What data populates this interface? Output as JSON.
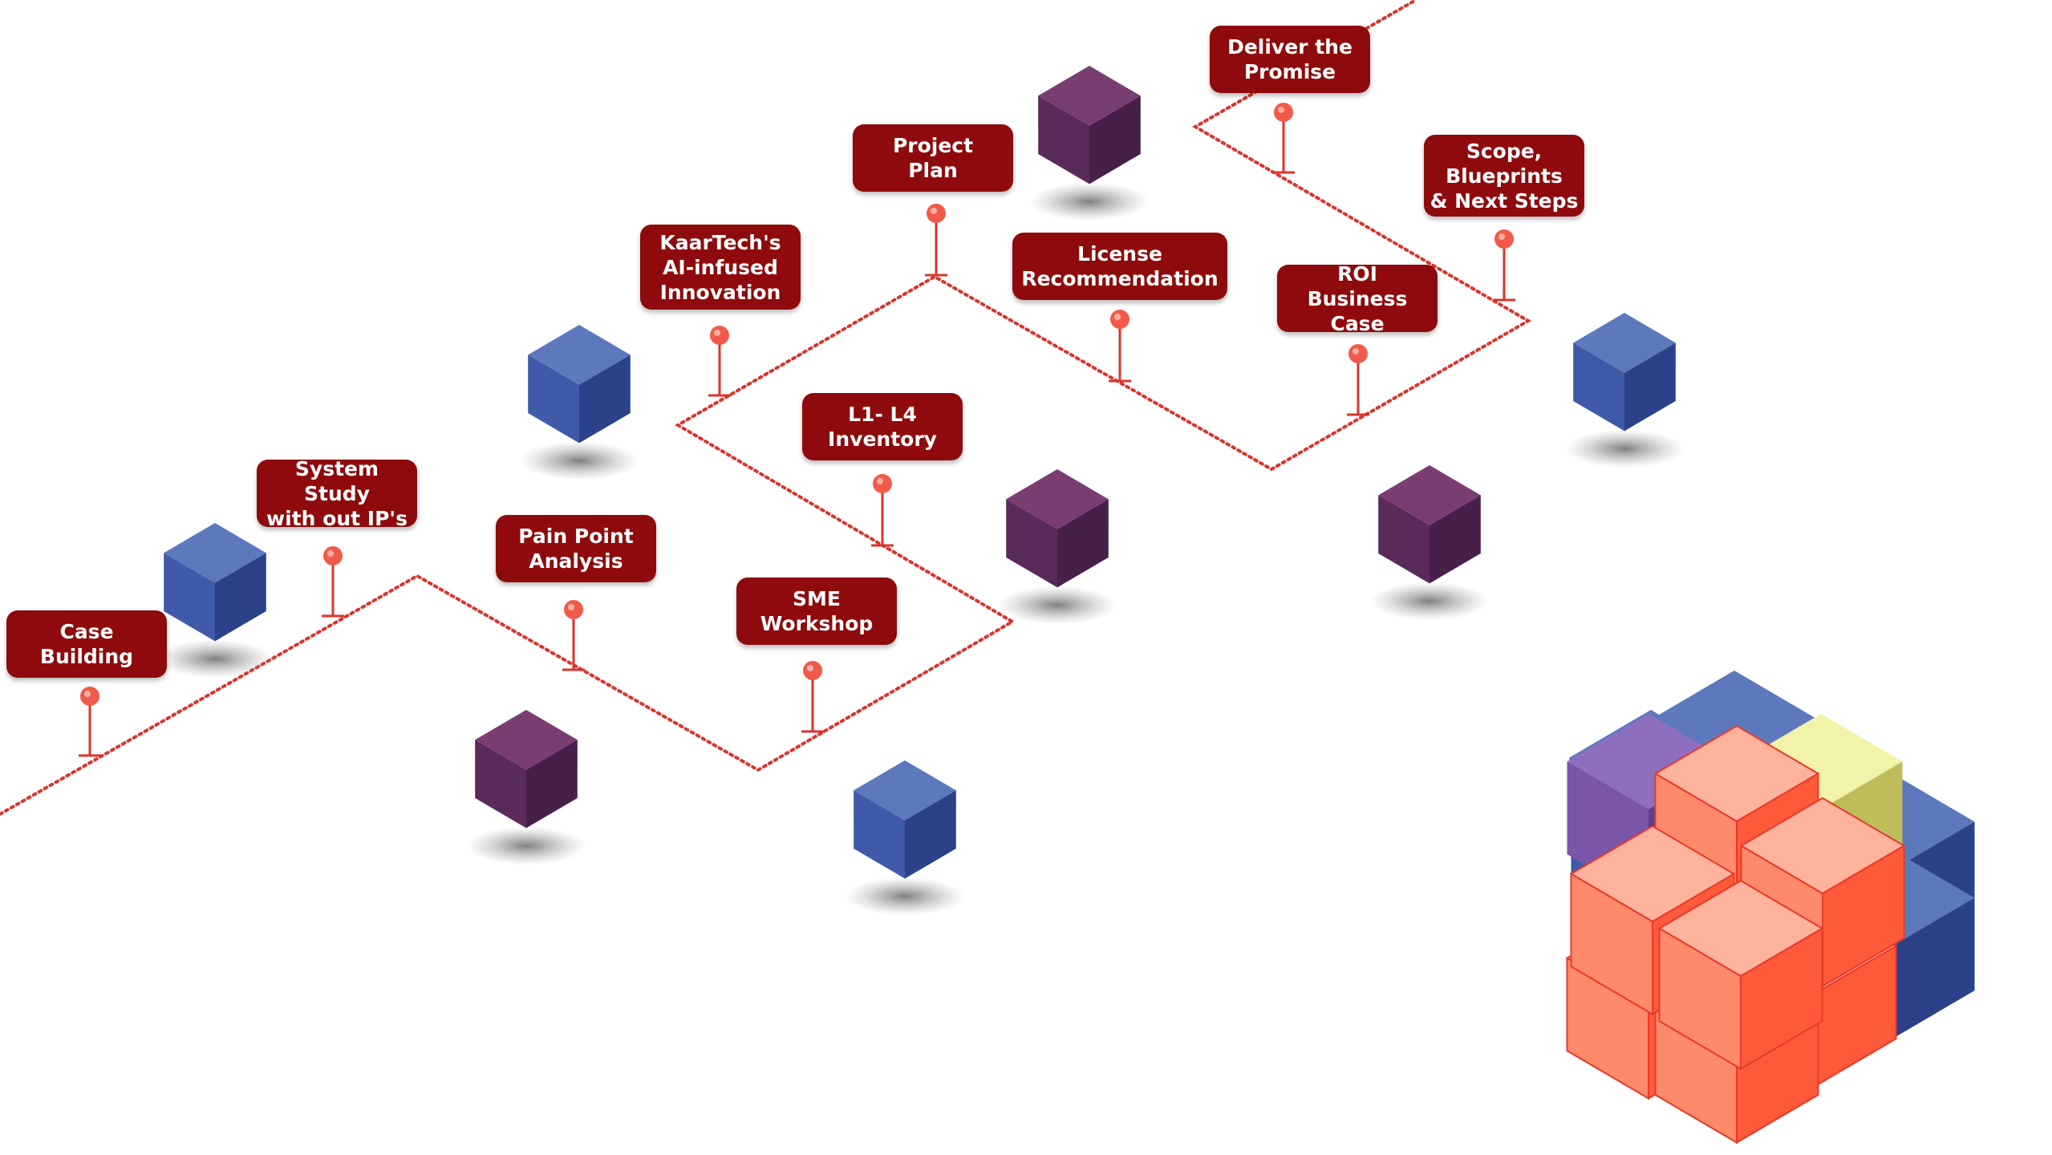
{
  "colors": {
    "label_bg": "#8e0a0c",
    "label_text": "#ffffff",
    "path": "#d9342b",
    "pin": "#f15a4a",
    "cube_blue": "#3f5aa8",
    "cube_purple": "#5a2a5a",
    "cube_orange": "#ff8a6b"
  },
  "steps": [
    {
      "id": "case-building",
      "text": "Case\nBuilding"
    },
    {
      "id": "system-study",
      "text": "System Study\nwith out IP's"
    },
    {
      "id": "pain-point",
      "text": "Pain Point\nAnalysis"
    },
    {
      "id": "sme-workshop",
      "text": "SME\nWorkshop"
    },
    {
      "id": "l1-l4",
      "text": "L1- L4\nInventory"
    },
    {
      "id": "kaartech",
      "text": "KaarTech's\nAI-infused\nInnovation"
    },
    {
      "id": "project-plan",
      "text": "Project\nPlan"
    },
    {
      "id": "license",
      "text": "License\nRecommendation"
    },
    {
      "id": "roi",
      "text": "ROI\nBusiness Case"
    },
    {
      "id": "scope",
      "text": "Scope,\nBlueprints\n& Next Steps"
    },
    {
      "id": "deliver",
      "text": "Deliver the\nPromise"
    }
  ]
}
